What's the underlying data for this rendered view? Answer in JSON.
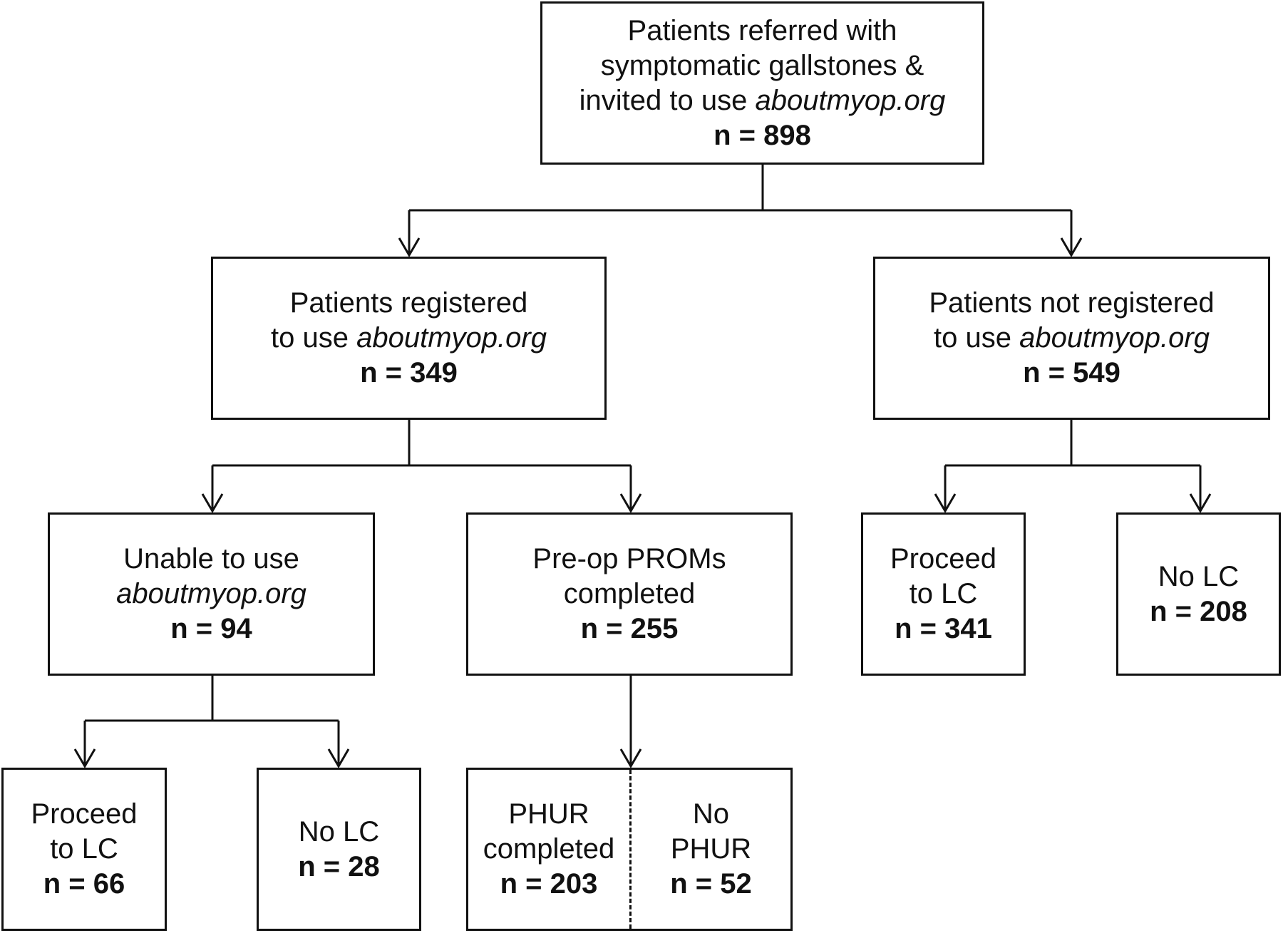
{
  "nodes": {
    "referred": {
      "lines": [
        "Patients referred with",
        "symptomatic gallstones &"
      ],
      "mixed_pre": "invited to use ",
      "mixed_it": "aboutmyop.org",
      "n": "n = 898"
    },
    "registered": {
      "lines": [
        "Patients registered"
      ],
      "mixed_pre": "to use ",
      "mixed_it": "aboutmyop.org",
      "n": "n = 349"
    },
    "not_registered": {
      "lines": [
        "Patients not registered"
      ],
      "mixed_pre": "to use ",
      "mixed_it": "aboutmyop.org",
      "n": "n = 549"
    },
    "unable": {
      "lines": [
        "Unable to use"
      ],
      "italic_line": "aboutmyop.org",
      "n": "n = 94"
    },
    "preop": {
      "lines": [
        "Pre-op PROMs",
        "completed"
      ],
      "n": "n = 255"
    },
    "nr_proceed": {
      "lines": [
        "Proceed",
        "to LC"
      ],
      "n": "n = 341"
    },
    "nr_no_lc": {
      "lines": [
        "No LC"
      ],
      "n": "n = 208"
    },
    "un_proceed": {
      "lines": [
        "Proceed",
        "to LC"
      ],
      "n": "n = 66"
    },
    "un_no_lc": {
      "lines": [
        "No LC"
      ],
      "n": "n = 28"
    },
    "phur_completed": {
      "lines": [
        "PHUR",
        "completed"
      ],
      "n": "n = 203"
    },
    "no_phur": {
      "lines": [
        "No",
        "PHUR"
      ],
      "n": "n = 52"
    }
  },
  "colors": {
    "stroke": "#111111",
    "background": "#ffffff"
  }
}
